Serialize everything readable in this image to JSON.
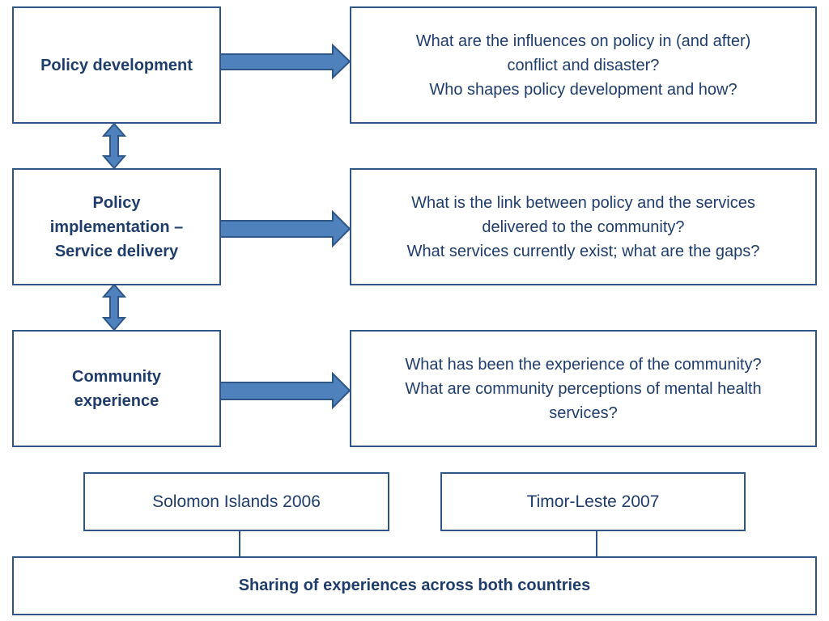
{
  "stages": [
    {
      "label": "Policy development",
      "questions": [
        "What are the influences on policy in (and after)",
        "conflict and disaster?",
        "Who shapes policy development and how?"
      ]
    },
    {
      "label": "Policy implementation – Service delivery",
      "label_lines": [
        "Policy",
        "implementation –",
        "Service delivery"
      ],
      "questions": [
        "What is the link between policy and the services",
        "delivered to the community?",
        "What services currently exist; what are the gaps?"
      ]
    },
    {
      "label": "Community experience",
      "label_lines": [
        "Community",
        "experience"
      ],
      "questions": [
        "What has been the experience of the community?",
        "What are community perceptions of mental health",
        "services?"
      ]
    }
  ],
  "countries": [
    "Solomon Islands 2006",
    "Timor-Leste 2007"
  ],
  "shared": "Sharing of experiences across both countries",
  "colors": {
    "border": "#2e5787",
    "arrow_fill": "#4f81bd",
    "arrow_stroke": "#2e5787",
    "text": "#1f3d6b"
  }
}
